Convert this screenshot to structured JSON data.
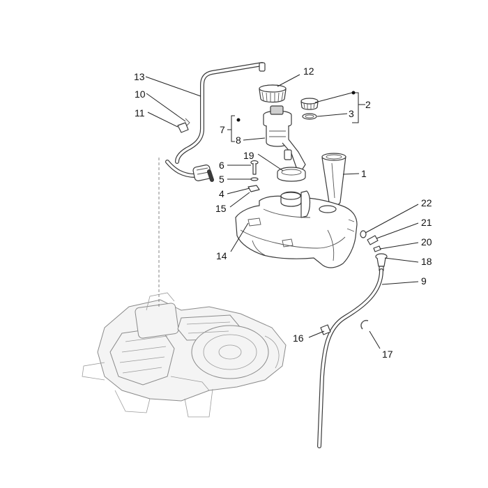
{
  "callouts": {
    "c1": "1",
    "c2": "2",
    "c3": "3",
    "c4": "4",
    "c5": "5",
    "c6": "6",
    "c7": "7",
    "c8": "8",
    "c9": "9",
    "c10": "10",
    "c11": "11",
    "c12": "12",
    "c13": "13",
    "c14": "14",
    "c15": "15",
    "c16": "16",
    "c17": "17",
    "c18": "18",
    "c19": "19",
    "c20": "20",
    "c21": "21",
    "c22": "22"
  },
  "colors": {
    "line": "#3a3a3a",
    "engine": "#8a8a8a",
    "text": "#111111"
  }
}
